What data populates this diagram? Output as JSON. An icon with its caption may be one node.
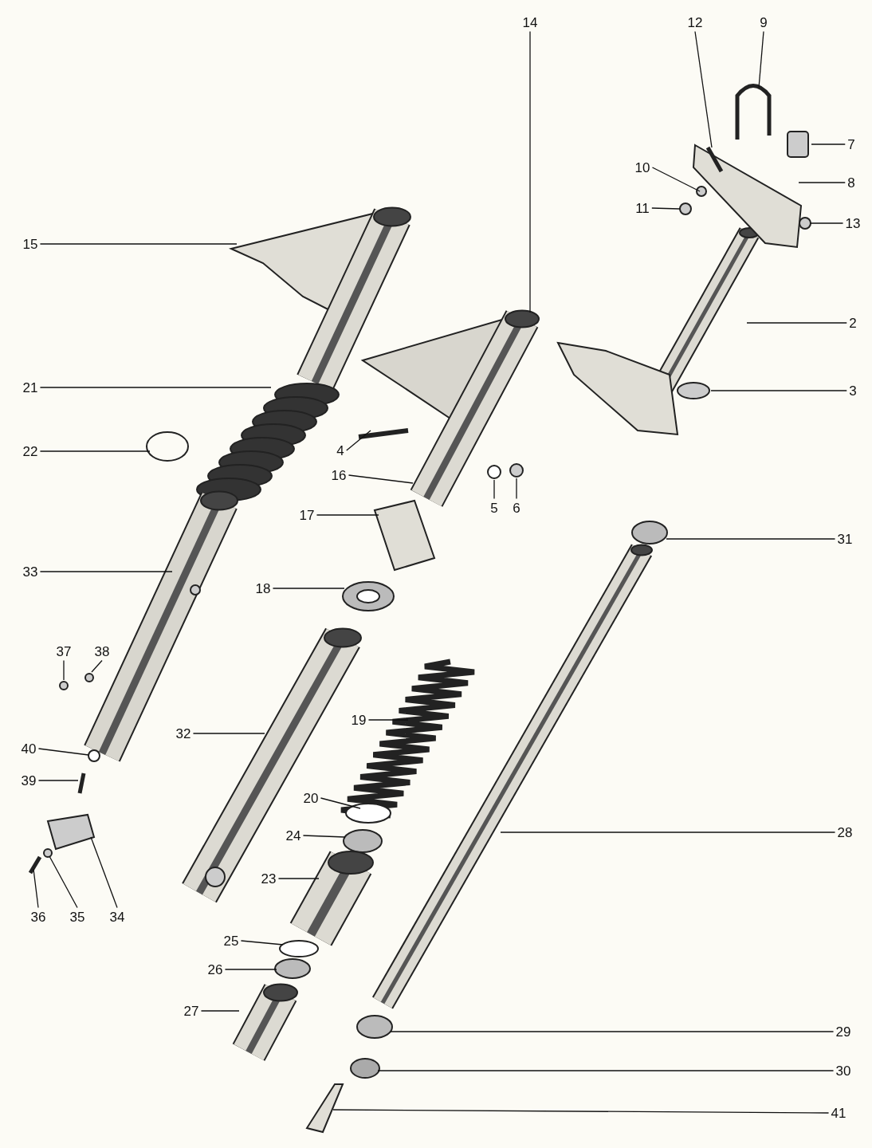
{
  "diagram": {
    "nodes": [
      {
        "text": [
          "14"
        ]
      },
      {
        "text": [
          "12"
        ]
      },
      {
        "text": [
          "9"
        ]
      },
      {
        "text": [
          "7"
        ]
      },
      {
        "text": [
          "10"
        ]
      },
      {
        "text": [
          "8"
        ]
      },
      {
        "text": [
          "11"
        ]
      },
      {
        "text": [
          "13"
        ]
      },
      {
        "text": [
          "15"
        ]
      },
      {
        "text": [
          "2"
        ]
      },
      {
        "text": [
          "21"
        ]
      },
      {
        "text": [
          "3"
        ]
      },
      {
        "text": [
          "22"
        ]
      },
      {
        "text": [
          "4"
        ]
      },
      {
        "text": [
          "16"
        ]
      },
      {
        "text": [
          "5"
        ]
      },
      {
        "text": [
          "6"
        ]
      },
      {
        "text": [
          "17"
        ]
      },
      {
        "text": [
          "31"
        ]
      },
      {
        "text": [
          "33"
        ]
      },
      {
        "text": [
          "18"
        ]
      },
      {
        "text": [
          "37"
        ]
      },
      {
        "text": [
          "38"
        ]
      },
      {
        "text": [
          "19"
        ]
      },
      {
        "text": [
          "32"
        ]
      },
      {
        "text": [
          "40"
        ]
      },
      {
        "text": [
          "39"
        ]
      },
      {
        "text": [
          "20"
        ]
      },
      {
        "text": [
          "28"
        ]
      },
      {
        "text": [
          "24"
        ]
      },
      {
        "text": [
          "23"
        ]
      },
      {
        "text": [
          "36"
        ]
      },
      {
        "text": [
          "35"
        ]
      },
      {
        "text": [
          "34"
        ]
      },
      {
        "text": [
          "25"
        ]
      },
      {
        "text": [
          "26"
        ]
      },
      {
        "text": [
          "27"
        ]
      },
      {
        "text": [
          "29"
        ]
      },
      {
        "text": [
          "30"
        ]
      },
      {
        "text": [
          "41"
        ]
      }
    ],
    "edges": [
      {
        "from": 0,
        "to": null,
        "arrow": "none"
      },
      {
        "from": 1,
        "to": null,
        "arrow": "none"
      },
      {
        "from": 2,
        "to": null,
        "arrow": "none"
      },
      {
        "from": 3,
        "to": null,
        "arrow": "none"
      },
      {
        "from": 4,
        "to": null,
        "arrow": "none"
      },
      {
        "from": 5,
        "to": null,
        "arrow": "none"
      },
      {
        "from": 6,
        "to": null,
        "arrow": "none"
      },
      {
        "from": 7,
        "to": null,
        "arrow": "none"
      },
      {
        "from": 8,
        "to": null,
        "arrow": "none"
      },
      {
        "from": 9,
        "to": null,
        "arrow": "none"
      },
      {
        "from": 10,
        "to": null,
        "arrow": "none"
      },
      {
        "from": 11,
        "to": null,
        "arrow": "none"
      },
      {
        "from": 12,
        "to": null,
        "arrow": "none"
      },
      {
        "from": 13,
        "to": null,
        "arrow": "none"
      },
      {
        "from": 14,
        "to": null,
        "arrow": "none"
      },
      {
        "from": 15,
        "to": null,
        "arrow": "none"
      },
      {
        "from": 16,
        "to": null,
        "arrow": "none"
      },
      {
        "from": 17,
        "to": null,
        "arrow": "none"
      },
      {
        "from": 18,
        "to": null,
        "arrow": "none"
      },
      {
        "from": 19,
        "to": null,
        "arrow": "none"
      },
      {
        "from": 20,
        "to": null,
        "arrow": "none"
      },
      {
        "from": 21,
        "to": null,
        "arrow": "none"
      },
      {
        "from": 22,
        "to": null,
        "arrow": "none"
      },
      {
        "from": 23,
        "to": null,
        "arrow": "none"
      },
      {
        "from": 24,
        "to": null,
        "arrow": "none"
      },
      {
        "from": 25,
        "to": null,
        "arrow": "none"
      },
      {
        "from": 26,
        "to": null,
        "arrow": "none"
      },
      {
        "from": 27,
        "to": null,
        "arrow": "none"
      },
      {
        "from": 28,
        "to": null,
        "arrow": "none"
      },
      {
        "from": 29,
        "to": null,
        "arrow": "none"
      },
      {
        "from": 30,
        "to": null,
        "arrow": "none"
      },
      {
        "from": 31,
        "to": null,
        "arrow": "none"
      },
      {
        "from": 32,
        "to": null,
        "arrow": "none"
      },
      {
        "from": 33,
        "to": null,
        "arrow": "none"
      },
      {
        "from": 34,
        "to": null,
        "arrow": "none"
      },
      {
        "from": 35,
        "to": null,
        "arrow": "none"
      },
      {
        "from": 36,
        "to": null,
        "arrow": "none"
      },
      {
        "from": 37,
        "to": null,
        "arrow": "none"
      },
      {
        "from": 38,
        "to": null,
        "arrow": "none"
      },
      {
        "from": 39,
        "to": null,
        "arrow": "none"
      }
    ]
  }
}
